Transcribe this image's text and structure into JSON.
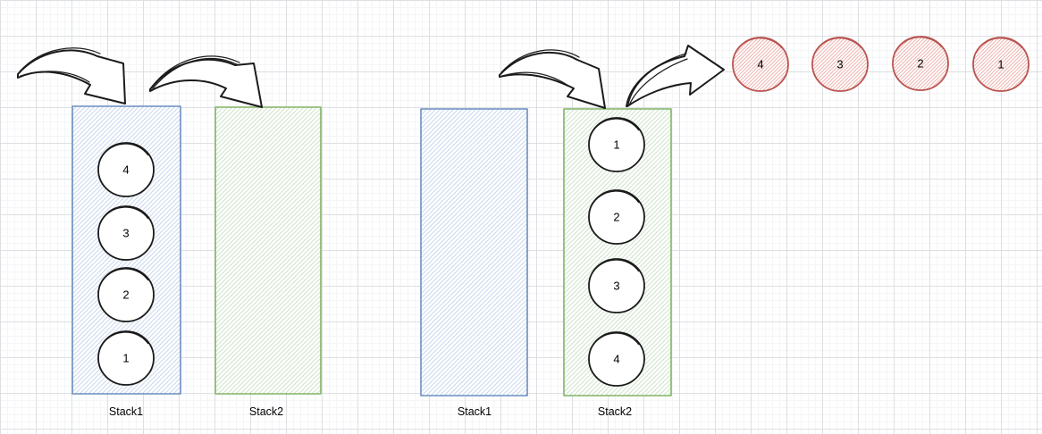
{
  "colors": {
    "stack1_stroke": "#6c8ebf",
    "stack1_hatch": "#c9d8ef",
    "stack2_stroke": "#82b366",
    "stack2_hatch": "#cfe3ca",
    "output_stroke": "#b85450",
    "output_hatch": "#efb4af",
    "ink": "#1b1b1b"
  },
  "left_diagram": {
    "stack1": {
      "label": "Stack1",
      "items": [
        "4",
        "3",
        "2",
        "1"
      ]
    },
    "stack2": {
      "label": "Stack2",
      "items": []
    }
  },
  "right_diagram": {
    "stack1": {
      "label": "Stack1",
      "items": []
    },
    "stack2": {
      "label": "Stack2",
      "items": [
        "1",
        "2",
        "3",
        "4"
      ]
    },
    "output_items": [
      "4",
      "3",
      "2",
      "1"
    ]
  }
}
